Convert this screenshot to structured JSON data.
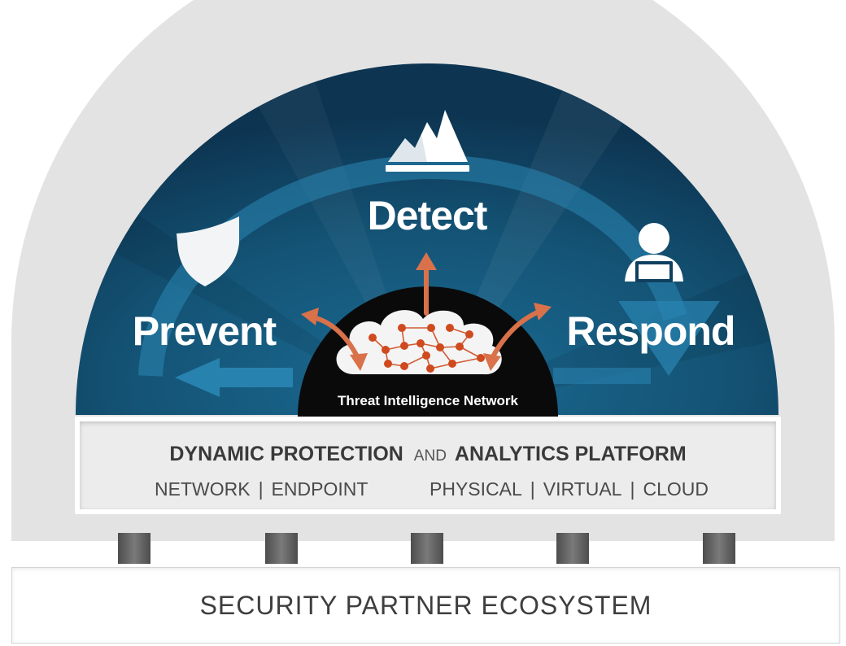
{
  "diagram": {
    "stages": {
      "prevent": "Prevent",
      "detect": "Detect",
      "respond": "Respond"
    },
    "core": {
      "label": "Threat Intelligence Network"
    },
    "platform": {
      "title_part1": "DYNAMIC PROTECTION",
      "title_and": "AND",
      "title_part2": "ANALYTICS PLATFORM",
      "left_items": [
        "NETWORK",
        "ENDPOINT"
      ],
      "right_items": [
        "PHYSICAL",
        "VIRTUAL",
        "CLOUD"
      ],
      "separator": "|"
    },
    "ecosystem": {
      "label": "SECURITY PARTNER ECOSYSTEM"
    },
    "icons": [
      "shield-icon",
      "mountain-chart-icon",
      "user-laptop-icon",
      "network-cloud-icon"
    ]
  },
  "colors": {
    "outer_arch": "#e3e3e3",
    "dome_dark": "#0f3f5f",
    "dome_mid": "#1a6b93",
    "flow_arrow": "#2a86b4",
    "core_black": "#0a0a0a",
    "node_orange": "#cf4a1e",
    "arrow_orange": "#d9714a",
    "pillar": "#5b5b5b"
  }
}
